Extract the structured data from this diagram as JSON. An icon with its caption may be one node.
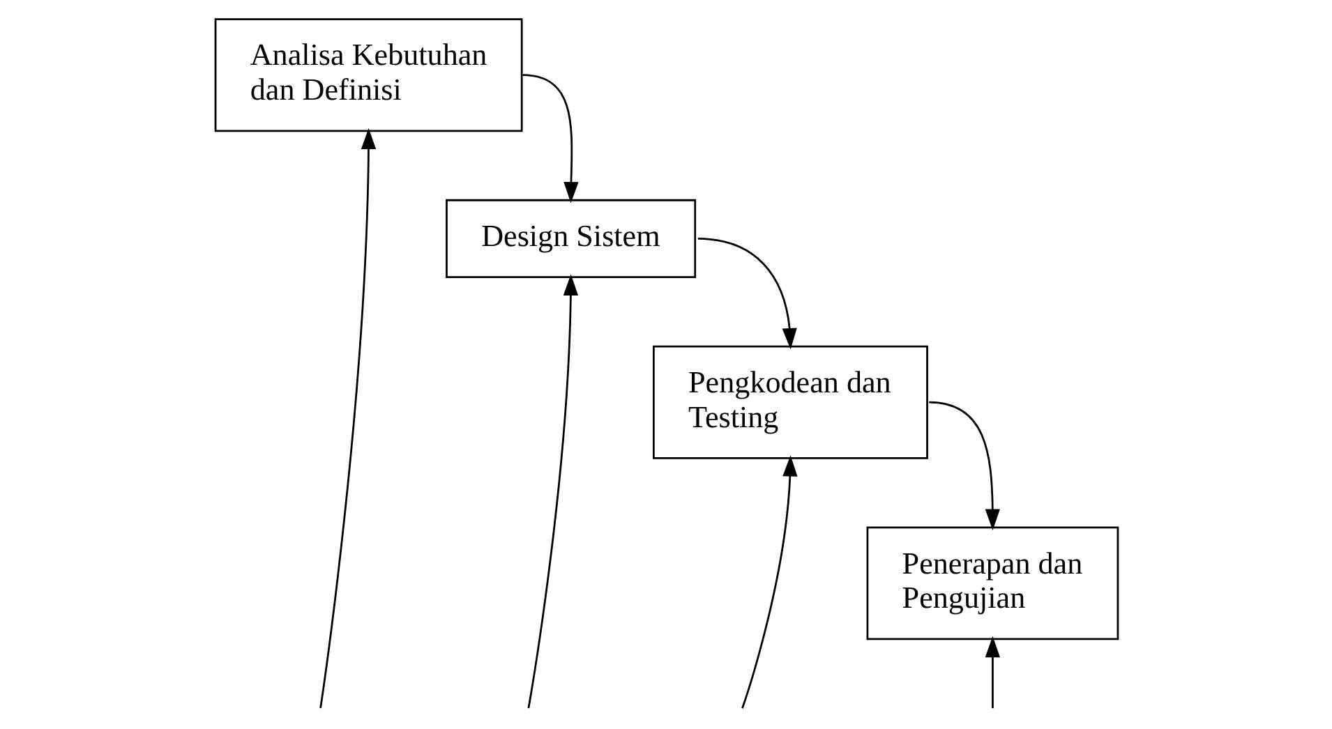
{
  "diagram": {
    "nodes": [
      {
        "text": [
          "Analisa Kebutuhan dan Definisi"
        ]
      },
      {
        "text": [
          "Design Sistem"
        ]
      },
      {
        "text": [
          "Pengkodean dan Testing"
        ]
      },
      {
        "text": [
          "Penerapan dan Pengujian"
        ]
      }
    ],
    "edges": [
      {
        "from": 0,
        "to": 1,
        "arrow": "to"
      },
      {
        "from": 1,
        "to": 2,
        "arrow": "to"
      },
      {
        "from": 2,
        "to": 3,
        "arrow": "to"
      },
      {
        "from": null,
        "to": 0,
        "arrow": "to"
      },
      {
        "from": null,
        "to": 1,
        "arrow": "to"
      },
      {
        "from": null,
        "to": 2,
        "arrow": "to"
      },
      {
        "from": null,
        "to": 3,
        "arrow": "to"
      }
    ]
  }
}
